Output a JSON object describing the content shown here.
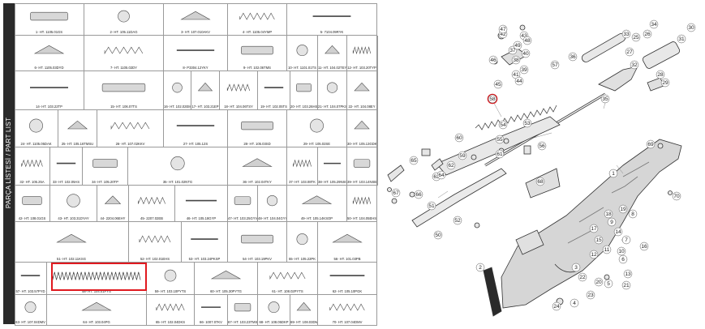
{
  "sidebar_title": "PARÇA LİSTESİ / PART LIST",
  "colors": {
    "highlight": "#e0191f",
    "grid_line": "#9a9a9a",
    "part_fill": "#cfcfcf",
    "part_dark": "#2a2a2a"
  },
  "parts_grid": {
    "rows": [
      [
        "1- HT. 1105.01GS",
        "2- HT. 105.11DAG",
        "3- HT. 107.010AKV",
        "4- HT. 1105.04YMP",
        "5- 7104.09RYK"
      ],
      [
        "6- HT. 1105.03DYD",
        "7- HT. 1105.02DY",
        "8- P3304.12YKY",
        "9- HT. 102.06TMS",
        "10- HT. 1101.01TS",
        "11- HT. 104.02TEY",
        "12- HT. 103.20TYP",
        "13- HT. 103.24TEP"
      ],
      [
        "14- HT. 103.22TP",
        "15- HT. 106.07TS",
        "16- HT. 102.02EMS",
        "17- HT. 103.21EP",
        "18- HT. 104.06TSY",
        "19- HT. 102.05TS",
        "20- HT. 103.26HSP",
        "21- HT. 104.07PKSY",
        "22- HT. 104.08EY",
        "23- HT. 102.07PKS"
      ],
      [
        "24- HT. 1105.05DAK",
        "25- HT. 105.16TMSU",
        "26- HT. 107.02KKV",
        "27- HT. 105.12S",
        "28- HT. 105.03SD",
        "29- HT. 105.02SE",
        "30- HT. 105.13GDK",
        "31- 3007.07EMV"
      ],
      [
        "32- HT. 105.25A",
        "33- HT. 102.09AS",
        "34- HT. 105.20TP",
        "35- HT. 101.02NTG",
        "36- HT. 102.04TKY",
        "37- HT. 103.08TK",
        "38- HT. 105.29NSC",
        "39- HT. 103.14NSB",
        "40- HT. 102.08GS",
        "41- HT. 103.53GBP"
      ],
      [
        "42- HT. 108.01GS",
        "43- HT. 103.31DYAY",
        "44- 2204.06EHY",
        "45- 2207.02EB",
        "46- HT. 105.18GYP",
        "47- HT. 103.25GYV",
        "48- HT. 104.04GYY",
        "49- HT. 105.14KSOP",
        "50- HT. 104.05EHSY"
      ],
      [
        "51- HT. 102.11KSG",
        "52- HT. 102.01EHS",
        "53- HT. 103.24PKSP",
        "54- HT. 103.19PKV",
        "55- HT. 105.22PK",
        "56- HT. 101.03PB"
      ],
      [
        "57- HT. 103.57PYD",
        "58- HT. 104.01PYS",
        "59- HT. 103.10PYTS",
        "60- HT. 105.30PYTG",
        "61- HT. 108.02PYTS",
        "62- HT. 105.10PGK"
      ],
      [
        "63- HT. 107.04DMV",
        "64- HT. 103.04PG",
        "65- HT. 102.04DKS",
        "66- 1007.07KV",
        "67- HT. 103.23TMSP",
        "68- HT. 108.05DKP",
        "69- HT. 108.03DMVP",
        "70- HT. 107.04DMV"
      ]
    ]
  },
  "highlighted_part": "58- HT. 104.01PYS",
  "highlighted_callout": "58",
  "callouts": [
    "1",
    "2",
    "3",
    "4",
    "5",
    "6",
    "7",
    "8",
    "9",
    "10",
    "11",
    "12",
    "13",
    "14",
    "15",
    "16",
    "17",
    "18",
    "19",
    "20",
    "21",
    "22",
    "23",
    "24",
    "25",
    "26",
    "27",
    "28",
    "29",
    "30",
    "31",
    "32",
    "33",
    "34",
    "35",
    "36",
    "37",
    "38",
    "39",
    "40",
    "41",
    "42",
    "43",
    "44",
    "45",
    "46",
    "47",
    "48",
    "49",
    "50",
    "51",
    "52",
    "53",
    "54",
    "55",
    "56",
    "57",
    "58",
    "59",
    "60",
    "61",
    "62",
    "63",
    "64",
    "65",
    "66",
    "67",
    "68",
    "69",
    "70"
  ]
}
